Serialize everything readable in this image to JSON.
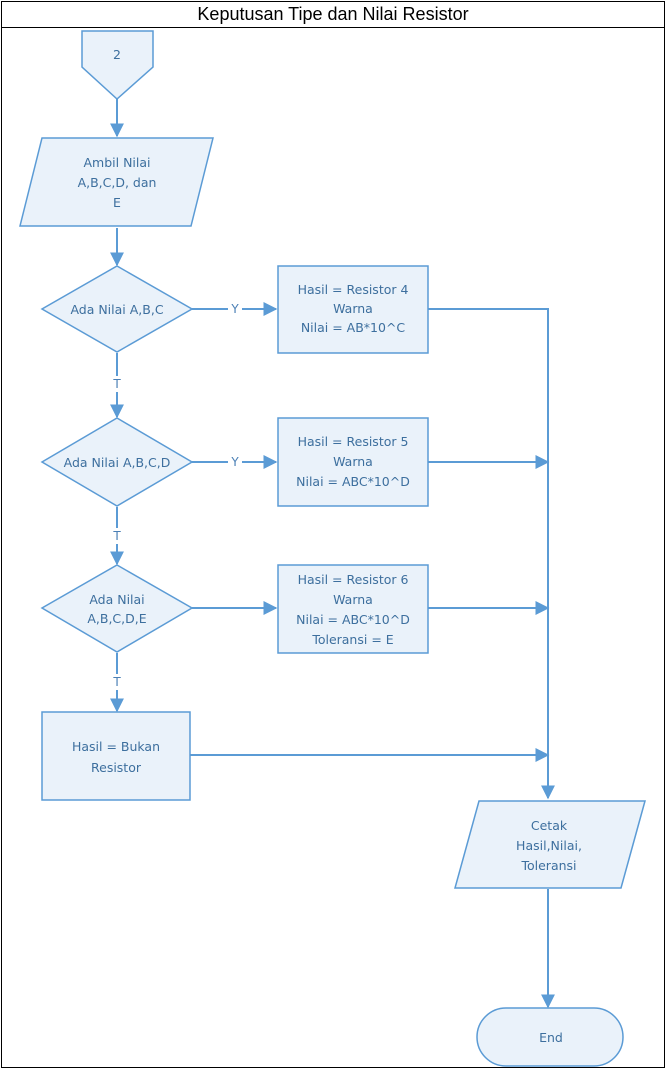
{
  "title": "Keputusan Tipe dan Nilai Resistor",
  "colors": {
    "stroke": "#5b9bd5",
    "fill": "#eaf2fa",
    "text": "#3d6f9e",
    "frame": "#000000"
  },
  "nodes": {
    "connector_start": {
      "label": "2"
    },
    "input_values": {
      "lines": [
        "Ambil Nilai",
        "A,B,C,D, dan",
        "E"
      ]
    },
    "decision_abc": {
      "lines": [
        "Ada Nilai A,B,C"
      ]
    },
    "decision_abcd": {
      "lines": [
        "Ada Nilai A,B,C,D"
      ]
    },
    "decision_abcde": {
      "lines": [
        "Ada Nilai",
        "A,B,C,D,E"
      ]
    },
    "process_r4": {
      "lines": [
        "Hasil = Resistor 4",
        "Warna",
        "Nilai = AB*10^C"
      ]
    },
    "process_r5": {
      "lines": [
        "Hasil = Resistor 5",
        "Warna",
        "Nilai = ABC*10^D"
      ]
    },
    "process_r6": {
      "lines": [
        "Hasil = Resistor 6",
        "Warna",
        "Nilai = ABC*10^D",
        "Toleransi = E"
      ]
    },
    "process_not_resistor": {
      "lines": [
        "Hasil = Bukan",
        "Resistor"
      ]
    },
    "output_print": {
      "lines": [
        "Cetak",
        "Hasil,Nilai,",
        "Toleransi"
      ]
    },
    "terminator_end": {
      "label": "End"
    }
  },
  "edge_labels": {
    "yes_abc": "Y",
    "no_abc": "T",
    "yes_abcd": "Y",
    "no_abcd": "T",
    "no_abcde": "T"
  }
}
